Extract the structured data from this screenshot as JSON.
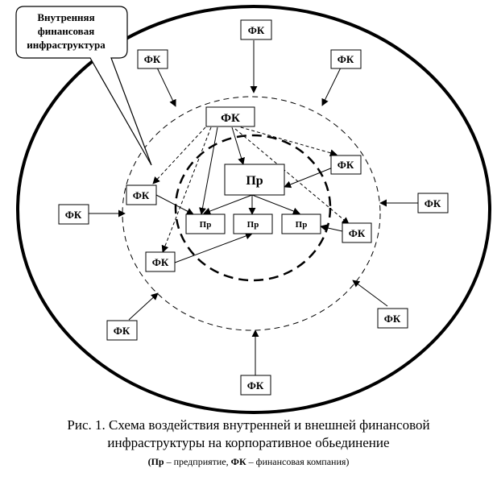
{
  "diagram": {
    "callout_lines": [
      "Внутренняя",
      "финансовая",
      "инфраструктура"
    ],
    "fk_label": "ФК",
    "pr_label": "Пр"
  },
  "caption": {
    "line1": "Рис. 1.  Схема воздействия внутренней и внешней финансовой",
    "line2": "инфраструктуры на корпоративное обьединение",
    "line3_bold1": "(Пр",
    "line3_text1": " – предприятие, ",
    "line3_bold2": "ФК",
    "line3_text2": " – финансовая компания)"
  }
}
